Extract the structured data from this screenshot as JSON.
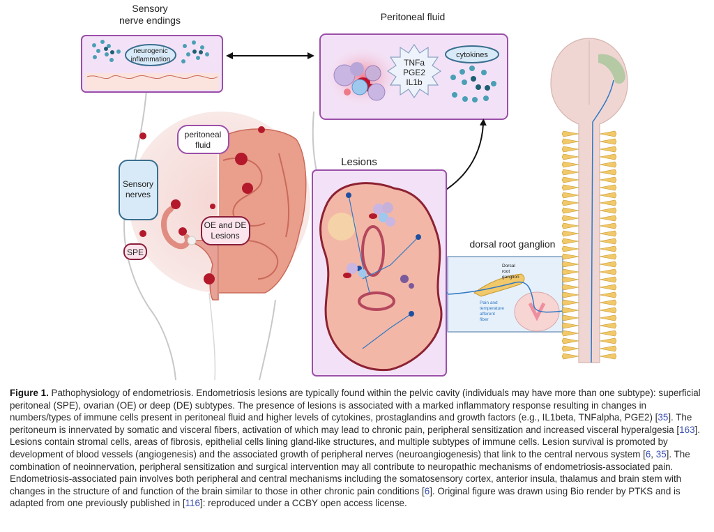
{
  "figure": {
    "panels": {
      "sensory_nerve_endings": {
        "title_line1": "Sensory",
        "title_line2": "nerve endings",
        "badge_line1": "neurogenic",
        "badge_line2": "inflammation"
      },
      "peritoneal_fluid": {
        "title": "Peritoneal fluid",
        "star_lines": [
          "TNFa",
          "PGE2",
          "IL1b"
        ],
        "badge": "cytokines"
      },
      "lesions": {
        "title": "Lesions"
      },
      "dorsal_root_ganglion": {
        "title": "dorsal root ganglion",
        "drg_label": [
          "Dorsal",
          "root",
          "ganglion"
        ],
        "fiber_label": [
          "Pain and",
          "temperature",
          "afferent",
          "fiber"
        ]
      }
    },
    "body_labels": {
      "peritoneal_fluid": [
        "peritoneal",
        "fluid"
      ],
      "sensory_nerves": [
        "Sensory",
        "nerves"
      ],
      "oe_de": [
        "OE and DE",
        "Lesions"
      ],
      "spe": "SPE"
    },
    "colors": {
      "panel_fill": "#f3e2f7",
      "panel_border": "#9b4fa8",
      "badge_border_blue": "#3b6e8f",
      "badge_border_maroon": "#8a1d3a",
      "lesion_red": "#b3192b",
      "tissue_pink": "#f2b9a9",
      "nerve_blue": "#2f78c4",
      "ganglion_yellow": "#f1c96a",
      "cytokine_teal": "#4a9fb5",
      "brain_pink": "#efd6d3",
      "insula_green": "#a9c79b"
    }
  },
  "caption": {
    "label": "Figure 1.",
    "segments": [
      {
        "t": " Pathophysiology of endometriosis. Endometriosis lesions are typically found within the pelvic cavity (individuals may have more than one subtype): superficial peritoneal (SPE), ovarian (OE) or deep (DE) subtypes. The presence of lesions is associated with a marked inflammatory response resulting in changes in numbers/types of immune cells present in peritoneal fluid and higher levels of cytokines, prostaglandins and growth factors (e.g., IL1beta, TNFalpha, PGE2) [",
        "ref": false
      },
      {
        "t": "35",
        "ref": true
      },
      {
        "t": "]. The peritoneum is innervated by somatic and visceral fibers, activation of which may lead to chronic pain, peripheral sensitization and increased visceral hyperalgesia [",
        "ref": false
      },
      {
        "t": "163",
        "ref": true
      },
      {
        "t": "]. Lesions contain stromal cells, areas of fibrosis, epithelial cells lining gland-like structures, and multiple subtypes of immune cells. Lesion survival is promoted by development of blood vessels (angiogenesis) and the associated growth of peripheral nerves (neuroangiogenesis) that link to the central nervous system [",
        "ref": false
      },
      {
        "t": "6",
        "ref": true
      },
      {
        "t": ", ",
        "ref": false
      },
      {
        "t": "35",
        "ref": true
      },
      {
        "t": "]. The combination of neoinnervation, peripheral sensitization and surgical intervention may all contribute to neuropathic mechanisms of endometriosis-associated pain. Endometriosis-associated pain involves both peripheral and central mechanisms including the somatosensory cortex, anterior insula, thalamus and brain stem with changes in the structure of and function of the brain similar to those in other chronic pain conditions [",
        "ref": false
      },
      {
        "t": "6",
        "ref": true
      },
      {
        "t": "]. Original figure was drawn using Bio render by PTKS and is adapted from one previously published in [",
        "ref": false
      },
      {
        "t": "116",
        "ref": true
      },
      {
        "t": "]: reproduced under a CCBY open access license.",
        "ref": false
      }
    ]
  }
}
